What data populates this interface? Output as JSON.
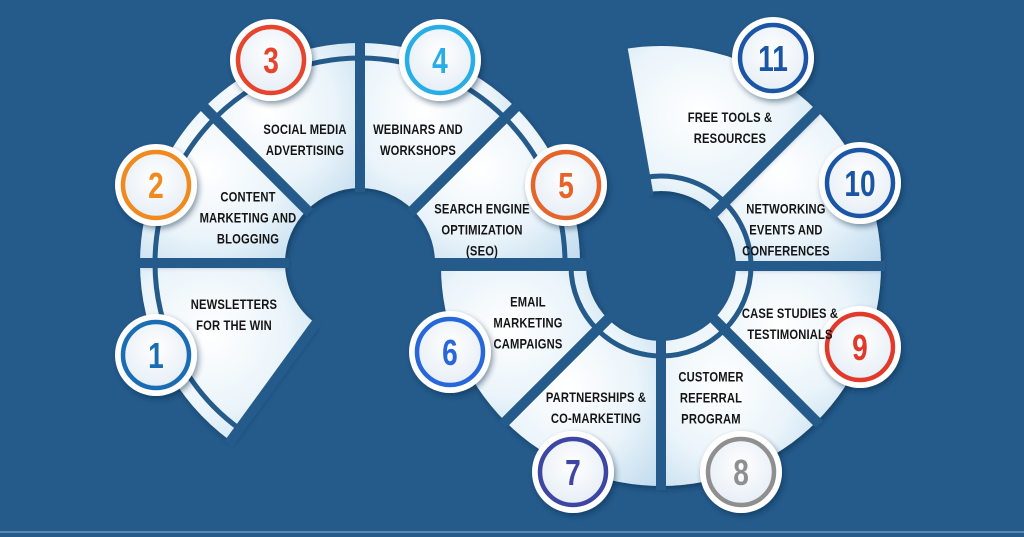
{
  "title": "Marketing strategies infographic",
  "colors": {
    "background": "#245b8b",
    "segment_light": "#ffffff",
    "segment_shade": "#c6e0f0"
  },
  "steps": [
    {
      "number": "1",
      "lines": [
        "NEWSLETTERS",
        "FOR THE WIN"
      ],
      "color": "#1a6db3"
    },
    {
      "number": "2",
      "lines": [
        "CONTENT",
        "MARKETING AND",
        "BLOGGING"
      ],
      "color": "#f08a1e"
    },
    {
      "number": "3",
      "lines": [
        "SOCIAL MEDIA",
        "ADVERTISING"
      ],
      "color": "#e6442c"
    },
    {
      "number": "4",
      "lines": [
        "WEBINARS AND",
        "WORKSHOPS"
      ],
      "color": "#27aee6"
    },
    {
      "number": "5",
      "lines": [
        "SEARCH ENGINE",
        "OPTIMIZATION",
        "(SEO)"
      ],
      "color": "#e5642a"
    },
    {
      "number": "6",
      "lines": [
        "EMAIL",
        "MARKETING",
        "CAMPAIGNS"
      ],
      "color": "#2667dc"
    },
    {
      "number": "7",
      "lines": [
        "PARTNERSHIPS &",
        "CO-MARKETING"
      ],
      "color": "#3d46a2"
    },
    {
      "number": "8",
      "lines": [
        "CUSTOMER",
        "REFERRAL",
        "PROGRAM"
      ],
      "color": "#8f8f8f"
    },
    {
      "number": "9",
      "lines": [
        "CASE STUDIES &",
        "TESTIMONIALS"
      ],
      "color": "#e23a2a"
    },
    {
      "number": "10",
      "lines": [
        "NETWORKING",
        "EVENTS AND",
        "CONFERENCES"
      ],
      "color": "#1b55a6"
    },
    {
      "number": "11",
      "lines": [
        "FREE TOOLS &",
        "RESOURCES"
      ],
      "color": "#1b55a6"
    }
  ]
}
